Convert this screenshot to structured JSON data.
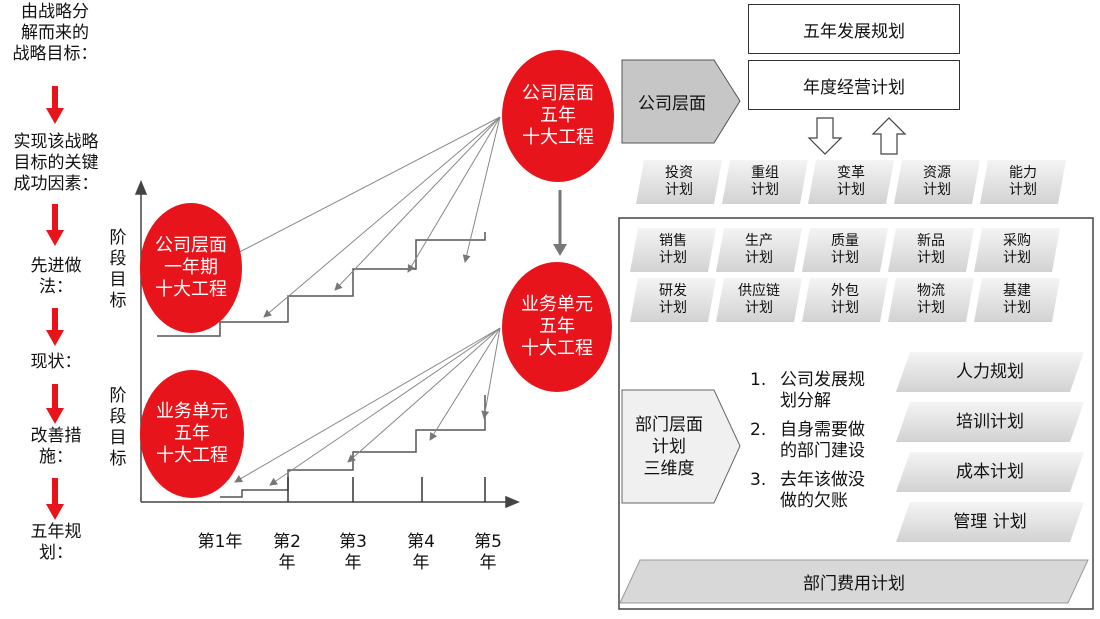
{
  "left_column": {
    "steps": [
      "由战略分\n解而来的\n战略目标：",
      "实现该战略\n目标的关键\n成功因素：",
      "先进做\n法：",
      "现状：",
      "改善措\n施：",
      "五年规\n划："
    ]
  },
  "chart": {
    "stage_label_top": "阶\n段\n目\n标",
    "stage_label_bottom": "阶\n段\n目\n标",
    "x_labels": [
      "第1年",
      "第2\n年",
      "第3\n年",
      "第4\n年",
      "第5\n年"
    ]
  },
  "circles": {
    "company_year": "公司层面\n一年期\n十大工程",
    "company_five": "公司层面\n五年\n十大工程",
    "unit_five_left": "业务单元\n五年\n十大工程",
    "unit_five_right": "业务单元\n五年\n十大工程"
  },
  "right": {
    "five_year_plan": "五年发展规划",
    "annual_plan": "年度经营计划",
    "company_level": "公司层面",
    "top_plans": [
      "投资\n计划",
      "重组\n计划",
      "变革\n计划",
      "资源\n计划",
      "能力\n计划"
    ],
    "row1_plans": [
      "销售\n计划",
      "生产\n计划",
      "质量\n计划",
      "新品\n计划",
      "采购\n计划"
    ],
    "row2_plans": [
      "研发\n计划",
      "供应链\n计划",
      "外包\n计划",
      "物流\n计划",
      "基建\n计划"
    ],
    "dept_label": "部门层面\n计划\n三维度",
    "points": [
      {
        "num": "1.",
        "text": "公司发展规\n划分解"
      },
      {
        "num": "2.",
        "text": "自身需要做\n的部门建设"
      },
      {
        "num": "3.",
        "text": "去年该做没\n做的欠账"
      }
    ],
    "side_plans": [
      "人力规划",
      "培训计划",
      "成本计划",
      "管理 计划"
    ],
    "dept_cost": "部门费用计划"
  },
  "colors": {
    "red": "#e8141b",
    "gray": "#c8c8c8",
    "line": "#666666"
  }
}
